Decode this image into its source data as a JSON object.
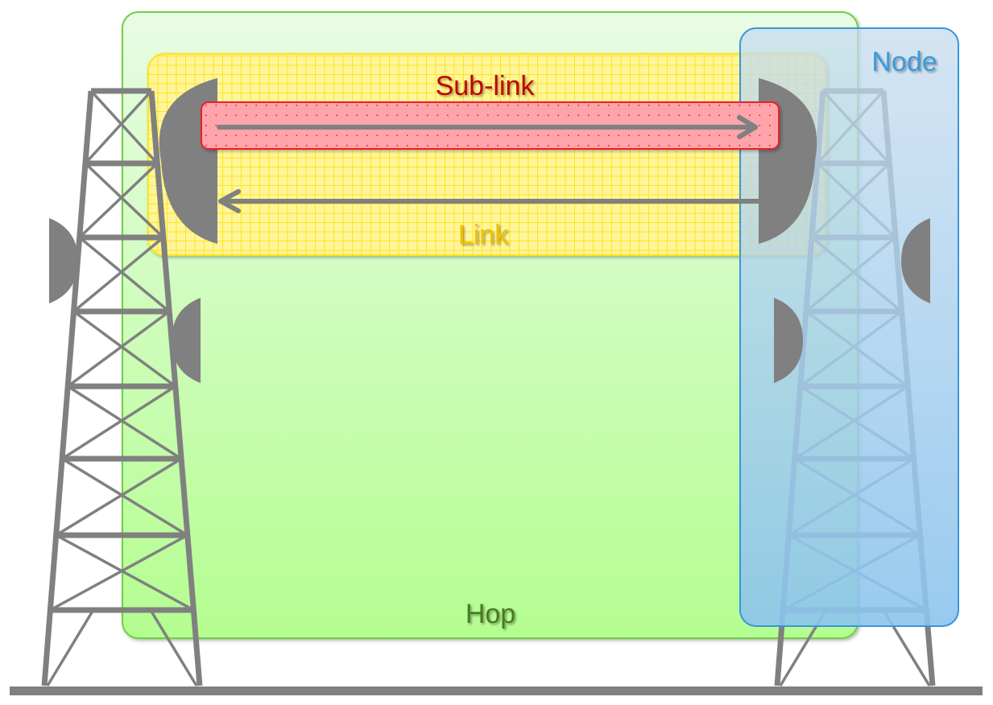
{
  "labels": {
    "sub_link": "Sub-link",
    "link": "Link",
    "node": "Node",
    "hop": "Hop"
  },
  "colors": {
    "hop_border": "#6fcf3f",
    "hop_top": "#e8fce4",
    "hop_bottom": "#b4fd90",
    "node_border": "#3a96dc",
    "link_fill": "#fff59a",
    "link_grid": "#ffe41c",
    "sublink_fill": "#ffa4aa",
    "sublink_border": "#e8202a",
    "tower": "#808080",
    "sub_link_text": "#c00000",
    "link_text": "#f0c000",
    "node_text": "#3a9ad9",
    "hop_text": "#4a7a22"
  }
}
